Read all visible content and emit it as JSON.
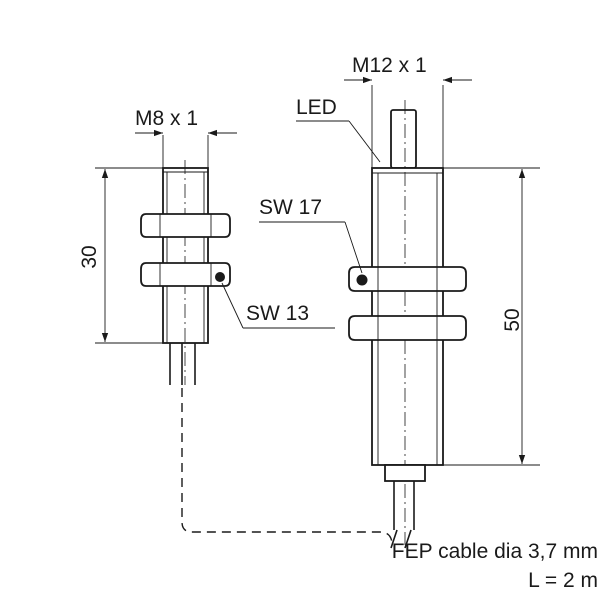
{
  "labels": {
    "thread_small": "M8 x 1",
    "thread_large": "M12 x 1",
    "led": "LED",
    "wrench_large": "SW 17",
    "wrench_small": "SW 13",
    "dim_small": "30",
    "dim_large": "50",
    "cable_line1": "FEP cable dia 3,7 mm",
    "cable_line2": "L = 2 m"
  }
}
